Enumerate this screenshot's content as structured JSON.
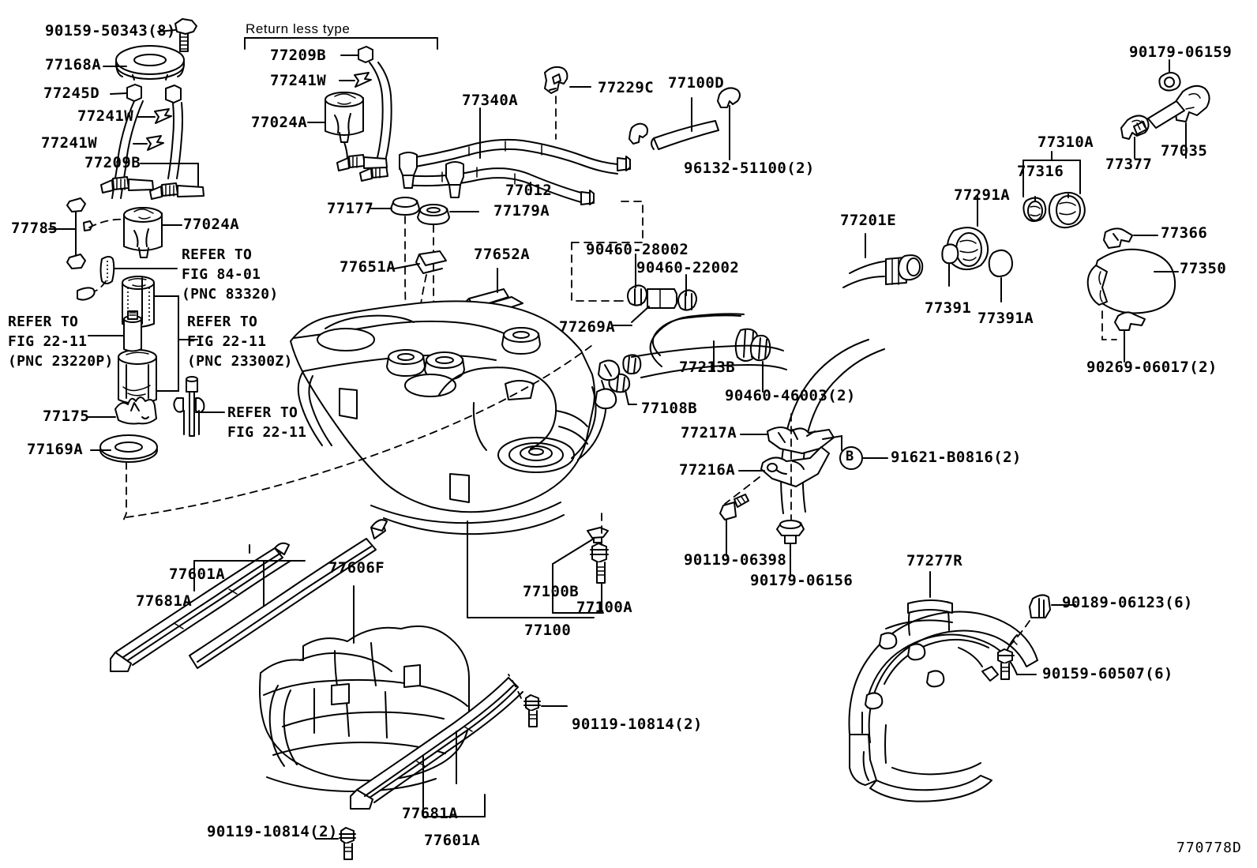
{
  "diagram": {
    "code": "770778D",
    "group_note": "Return less type"
  },
  "labels": {
    "l_90159_50343": "90159-50343(8)",
    "l_77168A": "77168A",
    "l_77245D": "77245D",
    "l_77241W_1": "77241W",
    "l_77241W_2": "77241W",
    "l_77209B_left": "77209B",
    "l_77785": "77785",
    "l_77024A_left": "77024A",
    "l_77175": "77175",
    "l_77169A": "77169A",
    "return_less_type": "Return less type",
    "l_77209B_top": "77209B",
    "l_77241W_top": "77241W",
    "l_77024A_top": "77024A",
    "l_77340A": "77340A",
    "l_77229C": "77229C",
    "l_77100D": "77100D",
    "l_96132_51100": "96132-51100(2)",
    "l_77012": "77012",
    "l_77177": "77177",
    "l_77179A": "77179A",
    "l_77651A": "77651A",
    "l_77652A": "77652A",
    "l_90460_28002": "90460-28002",
    "l_90460_22002": "90460-22002",
    "l_77269A": "77269A",
    "l_77213B": "77213B",
    "l_77108B": "77108B",
    "l_90460_46003": "90460-46003(2)",
    "l_77201E": "77201E",
    "l_77291A": "77291A",
    "l_77391": "77391",
    "l_77391A": "77391A",
    "l_77310A": "77310A",
    "l_77316": "77316",
    "l_77377": "77377",
    "l_77035": "77035",
    "l_90179_06159": "90179-06159",
    "l_77366": "77366",
    "l_77350": "77350",
    "l_90269_06017": "90269-06017(2)",
    "l_77217A": "77217A",
    "l_77216A": "77216A",
    "l_91621_B0816": "91621-B0816(2)",
    "l_circle_b": "B",
    "l_90119_06398": "90119-06398",
    "l_90179_06156": "90179-06156",
    "l_77100B": "77100B",
    "l_77100A": "77100A",
    "l_77100": "77100",
    "l_77601A_top": "77601A",
    "l_77681A_top": "77681A",
    "l_77606F": "77606F",
    "l_90119_10814_right": "90119-10814(2)",
    "l_90119_10814_left": "90119-10814(2)",
    "l_77681A_bot": "77681A",
    "l_77601A_bot": "77601A",
    "l_77277R": "77277R",
    "l_90189_06123": "90189-06123(6)",
    "l_90159_60507": "90159-60507(6)"
  },
  "refer_blocks": {
    "fig84_01": "REFER TO\nFIG 84-01\n(PNC 83320)",
    "fig22_11_23220P": "REFER TO\nFIG 22-11\n(PNC 23220P)",
    "fig22_11_23300Z": "REFER TO\nFIG 22-11\n(PNC 23300Z)",
    "fig22_11_plain": "REFER TO\nFIG 22-11"
  },
  "colors": {
    "ink": "#000000",
    "paper": "#ffffff"
  }
}
